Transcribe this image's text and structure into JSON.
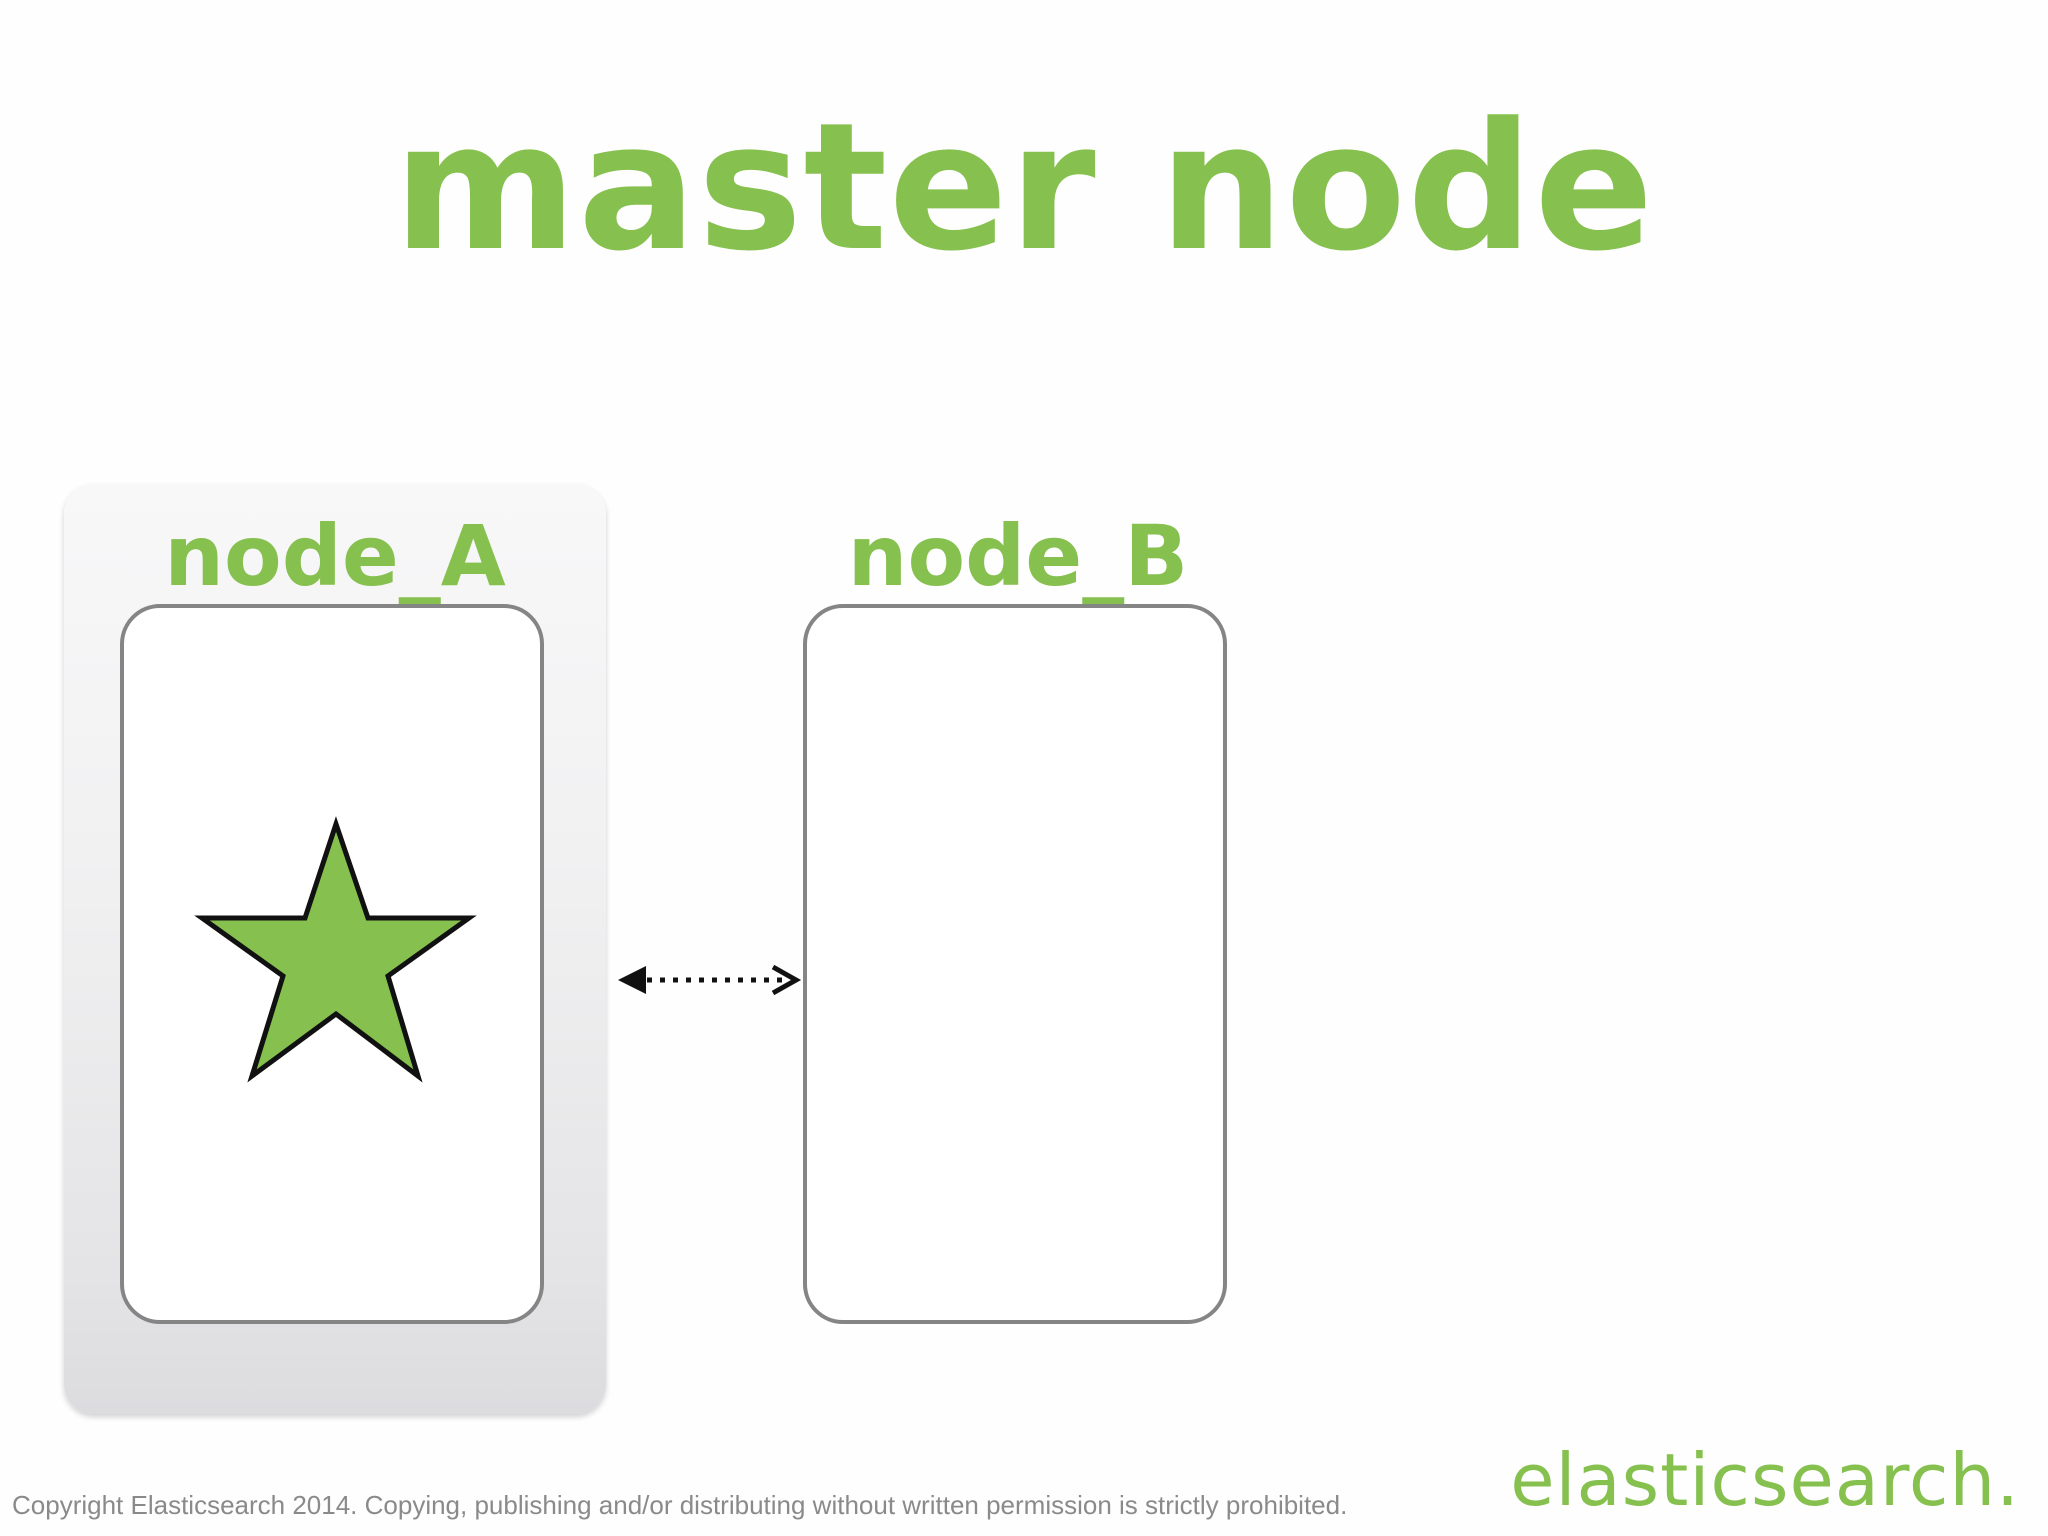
{
  "slide": {
    "title": "master node",
    "accent_color": "#86c04f"
  },
  "nodes": [
    {
      "label": "node_A",
      "is_master": true,
      "marker_icon": "star-icon"
    },
    {
      "label": "node_B",
      "is_master": false
    }
  ],
  "connection": {
    "style": "dotted",
    "arrows": "both"
  },
  "footer": {
    "copyright": "Copyright Elasticsearch 2014. Copying, publishing and/or distributing without written permission is strictly prohibited.",
    "logo_text": "elasticsearch."
  }
}
